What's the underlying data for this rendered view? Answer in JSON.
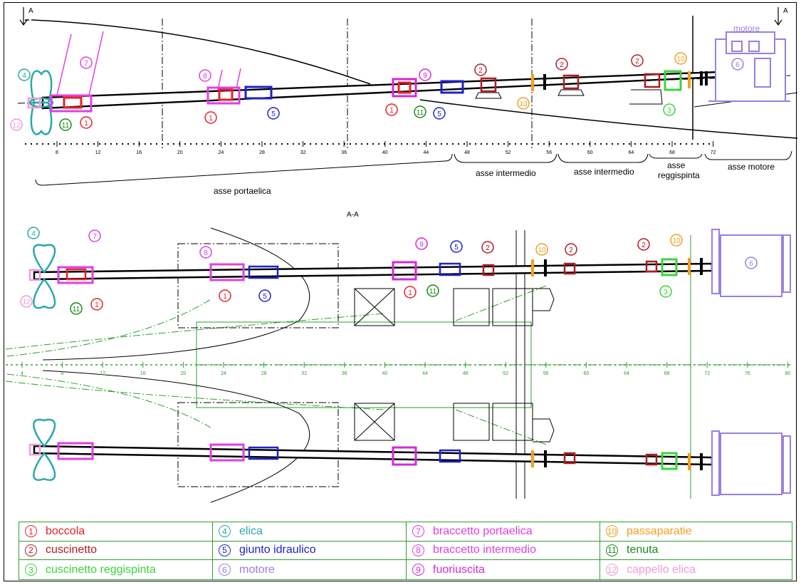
{
  "section_mark": "A",
  "section_title": "A-A",
  "labels": {
    "motore": "motore",
    "asse_portaelica": "asse portaelica",
    "asse_intermedio_1": "asse intermedio",
    "asse_intermedio_2": "asse intermedio",
    "asse_reggispinta_1": "asse",
    "asse_reggispinta_2": "reggispinta",
    "asse_motore": "asse motore"
  },
  "top_scale_ticks": [
    "8",
    "12",
    "16",
    "20",
    "24",
    "28",
    "32",
    "36",
    "40",
    "44",
    "48",
    "52",
    "56",
    "60",
    "64",
    "68",
    "72"
  ],
  "mid_scale_ticks": [
    "4",
    "8",
    "12",
    "16",
    "20",
    "24",
    "28",
    "32",
    "36",
    "40",
    "44",
    "48",
    "52",
    "56",
    "60",
    "64",
    "68",
    "72",
    "76",
    "80"
  ],
  "callouts": {
    "n1": "1",
    "n2": "2",
    "n3": "3",
    "n4": "4",
    "n5": "5",
    "n6": "6",
    "n7": "7",
    "n8": "8",
    "n9": "9",
    "n10": "10",
    "n11": "11",
    "n12": "12"
  },
  "colors": {
    "boccola": "#e8202a",
    "cuscinetto": "#b01c24",
    "cuscinetto_reggispinta": "#3ad43a",
    "elica": "#2aa8a8",
    "giunto_idraulico": "#1e22c8",
    "motore": "#9a7fe0",
    "braccetto_portaelica": "#e040e0",
    "braccetto_intermedio": "#e040e0",
    "fuoriuscita": "#d42ad4",
    "passaparatie": "#f0a020",
    "tenuta": "#1a8a1a",
    "cappello_elica": "#f49ad8",
    "hull_green": "#2e9e2e"
  },
  "legend": [
    {
      "num": "1",
      "text": "boccola",
      "color": "#e8202a"
    },
    {
      "num": "4",
      "text": "elica",
      "color": "#2aa8a8"
    },
    {
      "num": "7",
      "text": "braccetto portaelica",
      "color": "#e040e0"
    },
    {
      "num": "10",
      "text": "passaparatie",
      "color": "#f0a020"
    },
    {
      "num": "2",
      "text": "cuscinetto",
      "color": "#b01c24"
    },
    {
      "num": "5",
      "text": "giunto idraulico",
      "color": "#1e22c8"
    },
    {
      "num": "8",
      "text": "braccetto intermedio",
      "color": "#e040e0"
    },
    {
      "num": "11",
      "text": "tenuta",
      "color": "#1a8a1a"
    },
    {
      "num": "3",
      "text": "cuscinetto reggispinta",
      "color": "#3ad43a"
    },
    {
      "num": "6",
      "text": "motore",
      "color": "#9a7fe0"
    },
    {
      "num": "9",
      "text": "fuoriuscita",
      "color": "#d42ad4"
    },
    {
      "num": "12",
      "text": "cappello elica",
      "color": "#f49ad8"
    }
  ]
}
